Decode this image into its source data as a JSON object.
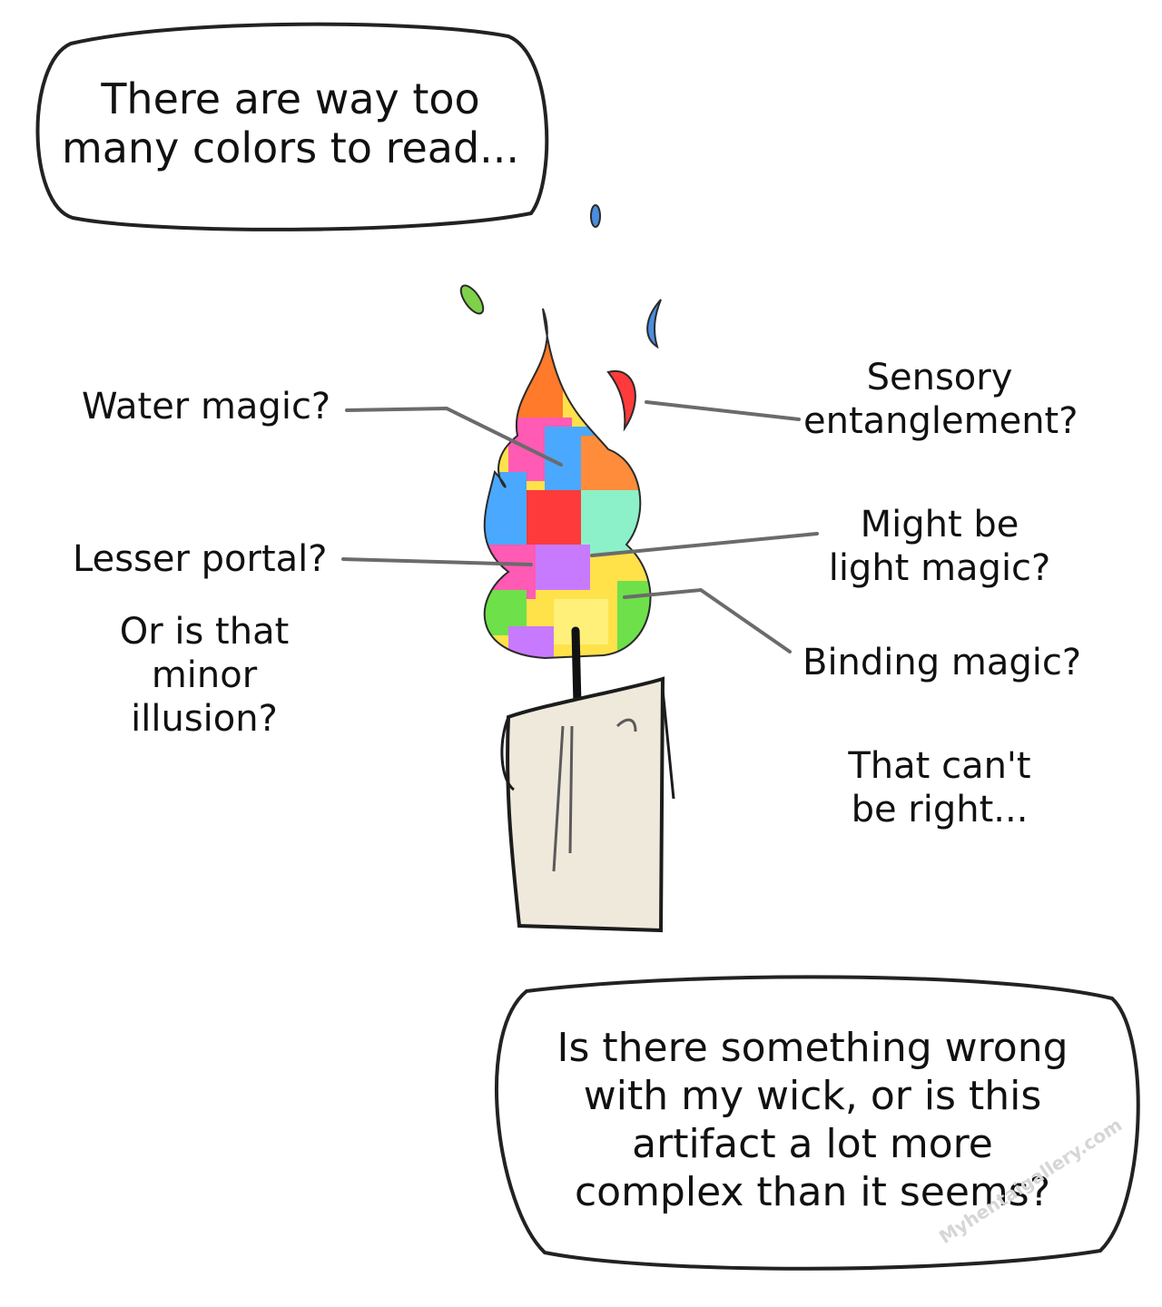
{
  "bubbles": {
    "top": "There are way too\nmany colors to read...",
    "bottom": "Is there something wrong\nwith my wick, or is this\nartifact a lot more\ncomplex than it seems?"
  },
  "labels": {
    "water_magic": "Water magic?",
    "sensory": "Sensory\nentanglement?",
    "lesser_portal": "Lesser portal?",
    "minor_illusion": "Or is that\nminor illusion?",
    "light_magic": "Might be\nlight magic?",
    "binding_magic": "Binding magic?",
    "cant_be_right": "That can't\nbe right..."
  },
  "watermark": "Myhentaigallery.com",
  "colors": {
    "ink": "#111111",
    "candle": "#efe9dc",
    "pointer": "#6b6b6b"
  }
}
